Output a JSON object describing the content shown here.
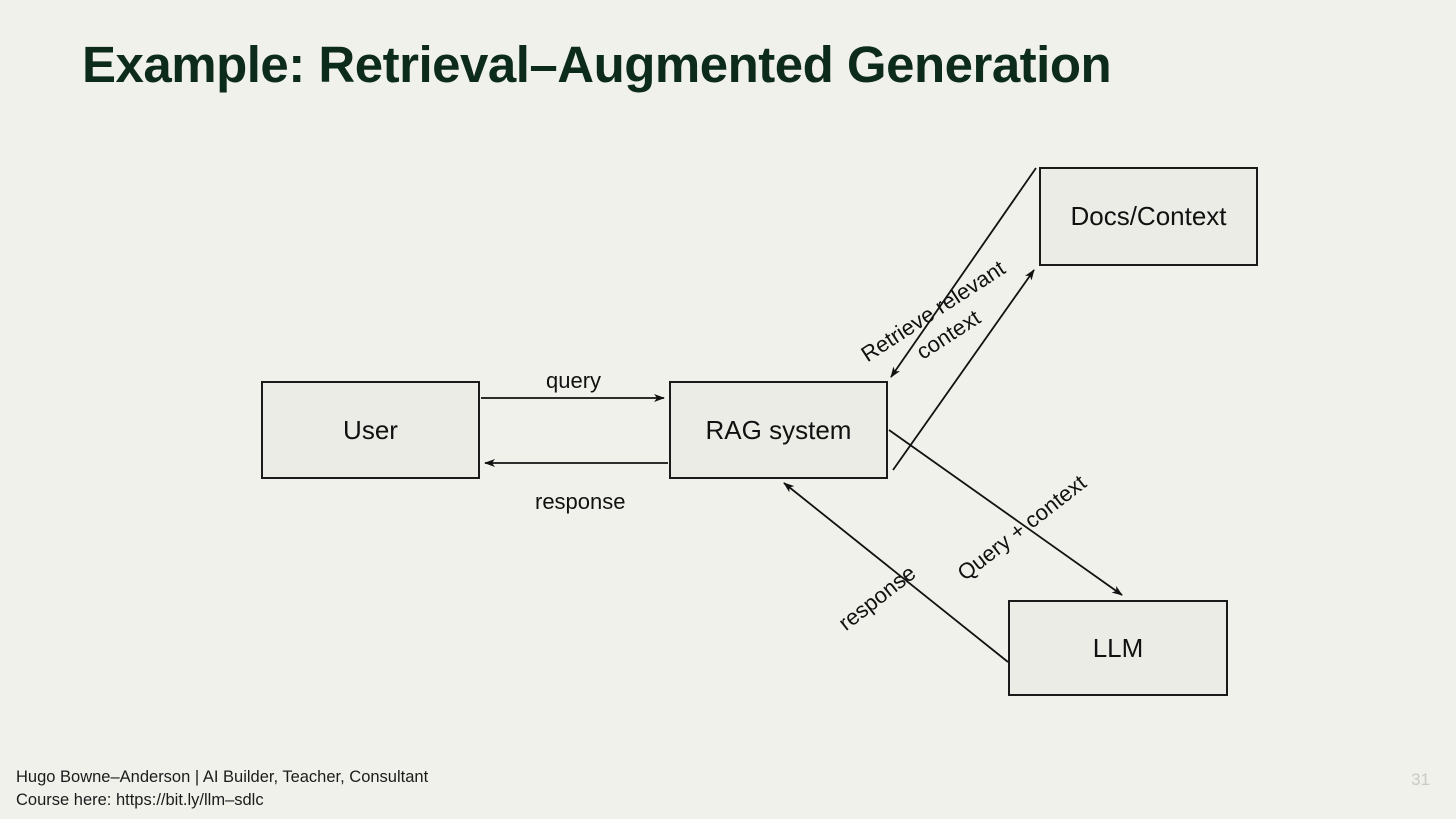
{
  "slide": {
    "title": "Example: Retrieval–Augmented Generation",
    "page_number": "31",
    "background_color": "#f1f1ec",
    "title_color": "#0d2b1a"
  },
  "diagram": {
    "type": "flow-diagram",
    "node_fill_color": "#ebece6",
    "node_border_color": "#1a1a1a",
    "nodes": [
      {
        "id": "user",
        "label": "User"
      },
      {
        "id": "rag",
        "label": "RAG system"
      },
      {
        "id": "docs",
        "label": "Docs/Context"
      },
      {
        "id": "llm",
        "label": "LLM"
      }
    ],
    "edges": [
      {
        "id": "user-to-rag",
        "from": "user",
        "to": "rag",
        "label": "query"
      },
      {
        "id": "rag-to-user",
        "from": "rag",
        "to": "user",
        "label": "response"
      },
      {
        "id": "rag-to-docs",
        "from": "rag",
        "to": "docs",
        "label": "Retrieve relevant context",
        "label_line1": "Retrieve relevant",
        "label_line2": "context"
      },
      {
        "id": "docs-to-rag",
        "from": "docs",
        "to": "rag",
        "label": ""
      },
      {
        "id": "rag-to-llm",
        "from": "rag",
        "to": "llm",
        "label": "Query + context"
      },
      {
        "id": "llm-to-rag",
        "from": "llm",
        "to": "rag",
        "label": "response"
      }
    ]
  },
  "footer": {
    "line1": "Hugo Bowne–Anderson | AI Builder, Teacher, Consultant",
    "line2": "Course here: https://bit.ly/llm–sdlc"
  }
}
